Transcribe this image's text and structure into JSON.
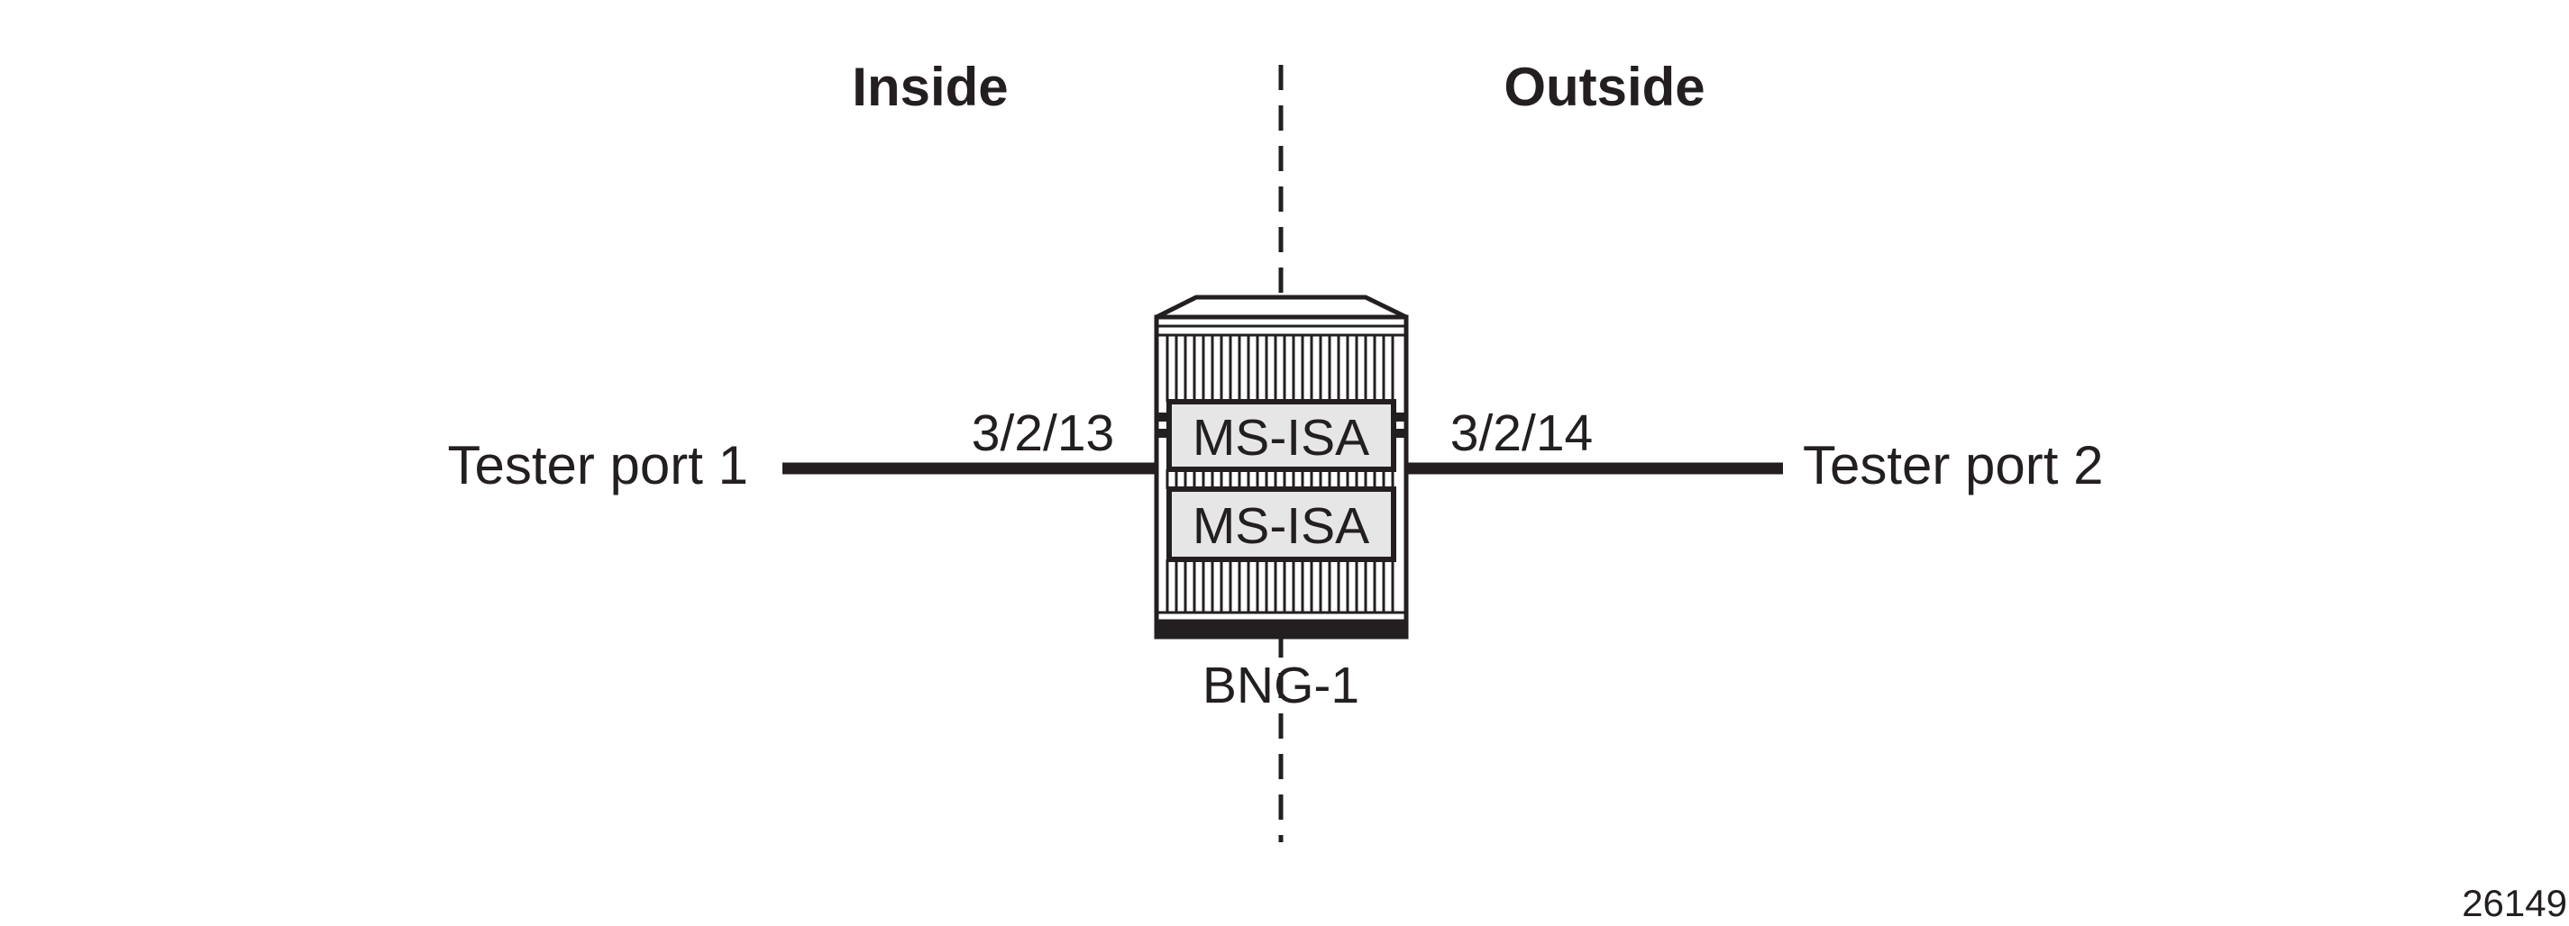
{
  "zones": {
    "inside": "Inside",
    "outside": "Outside"
  },
  "tester_port_left": "Tester port 1",
  "tester_port_right": "Tester port 2",
  "port_left": "3/2/13",
  "port_right": "3/2/14",
  "node": {
    "name": "BNG-1",
    "cards": [
      "MS-ISA",
      "MS-ISA"
    ]
  },
  "figure_id": "26149",
  "colors": {
    "ink": "#231f20",
    "card_fill": "#e6e6e6",
    "background": "#ffffff"
  }
}
